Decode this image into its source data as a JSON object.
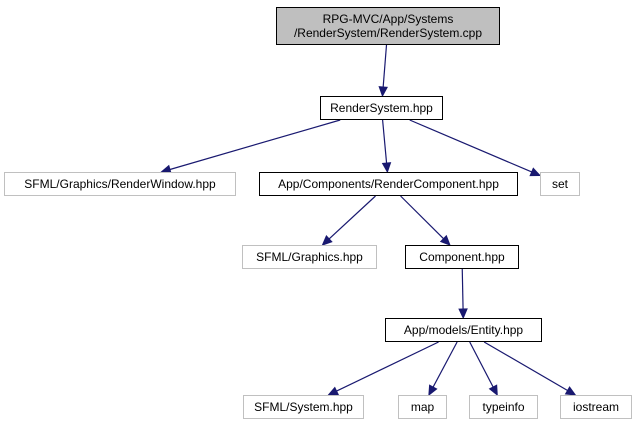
{
  "colors": {
    "edge": "#191970",
    "root_fill": "#bfbfbf",
    "internal_border": "#000000",
    "external_border": "#c0c0c0"
  },
  "nodes": {
    "root": {
      "line1": "RPG-MVC/App/Systems",
      "line2": "/RenderSystem/RenderSystem.cpp"
    },
    "render_system_hpp": "RenderSystem.hpp",
    "sfml_render_window": "SFML/Graphics/RenderWindow.hpp",
    "render_component_hpp": "App/Components/RenderComponent.hpp",
    "set": "set",
    "sfml_graphics": "SFML/Graphics.hpp",
    "component_hpp": "Component.hpp",
    "entity_hpp": "App/models/Entity.hpp",
    "sfml_system": "SFML/System.hpp",
    "map": "map",
    "typeinfo": "typeinfo",
    "iostream": "iostream"
  },
  "edges": [
    {
      "from": "root",
      "to": "render_system_hpp"
    },
    {
      "from": "render_system_hpp",
      "to": "sfml_render_window"
    },
    {
      "from": "render_system_hpp",
      "to": "render_component_hpp"
    },
    {
      "from": "render_system_hpp",
      "to": "set"
    },
    {
      "from": "render_component_hpp",
      "to": "sfml_graphics"
    },
    {
      "from": "render_component_hpp",
      "to": "component_hpp"
    },
    {
      "from": "component_hpp",
      "to": "entity_hpp"
    },
    {
      "from": "entity_hpp",
      "to": "sfml_system"
    },
    {
      "from": "entity_hpp",
      "to": "map"
    },
    {
      "from": "entity_hpp",
      "to": "typeinfo"
    },
    {
      "from": "entity_hpp",
      "to": "iostream"
    }
  ]
}
